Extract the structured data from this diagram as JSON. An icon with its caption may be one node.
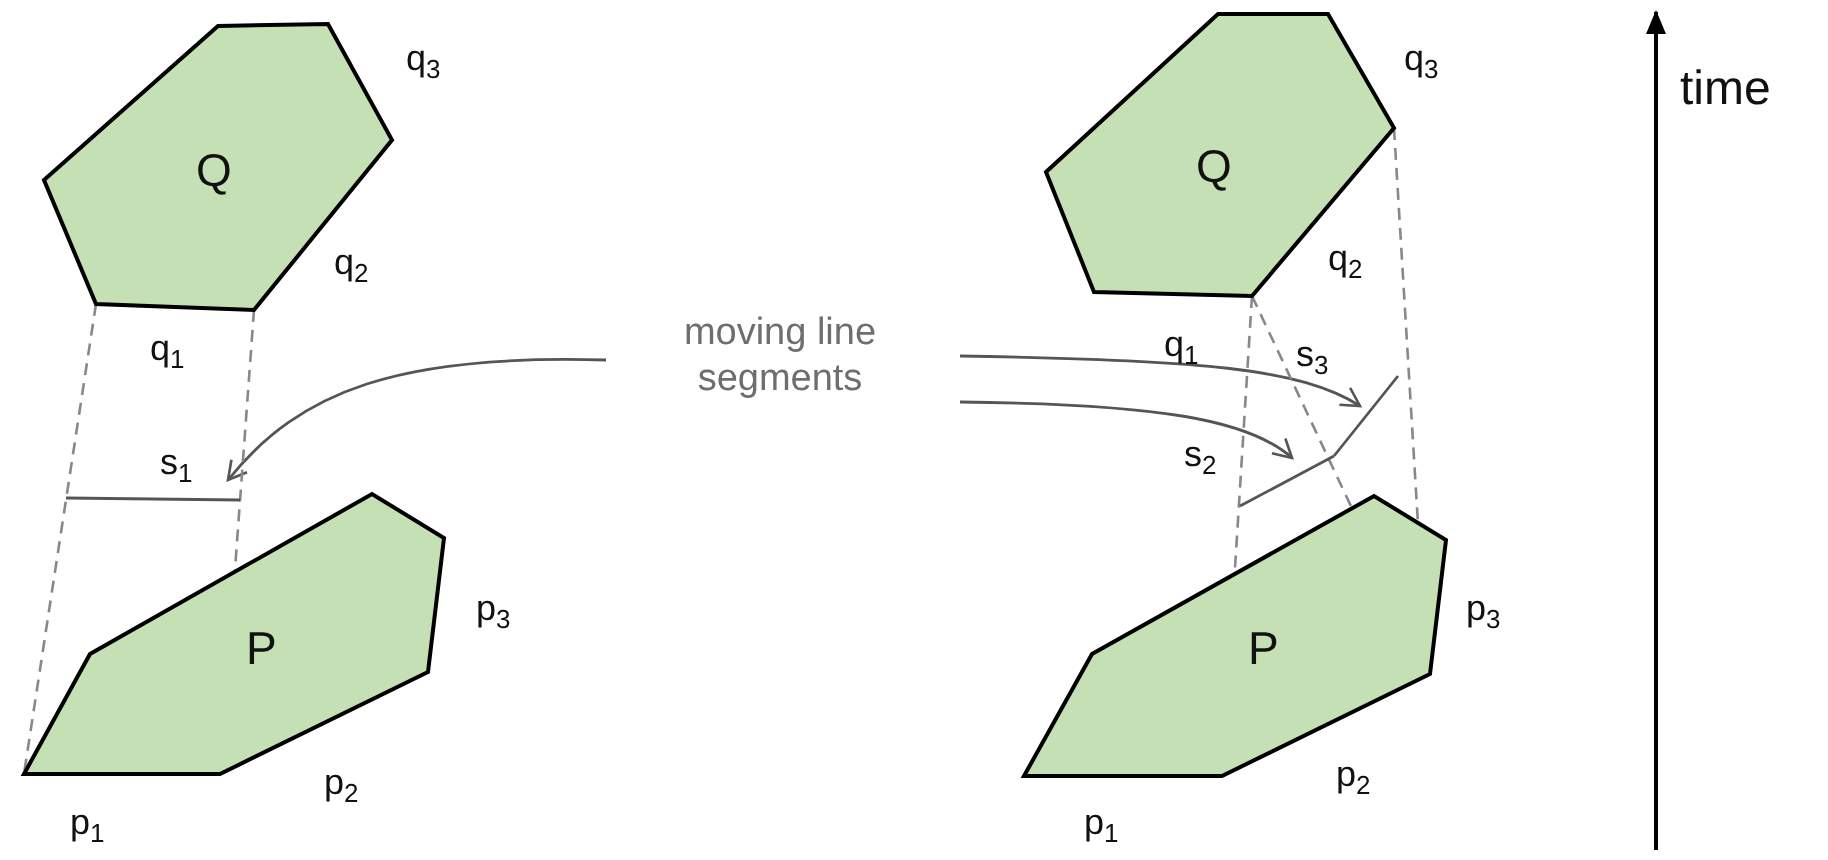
{
  "diagram": {
    "nodes": [
      {
        "text": [
          "Q"
        ],
        "beside": [
          "q$_{3}$",
          "q$_{2}$",
          "q$_{1}$"
        ]
      },
      {
        "text": [
          "Q"
        ],
        "beside": [
          "q$_{3}$",
          "q$_{2}$",
          "q$_{1}$"
        ]
      },
      {
        "text": [
          "moving line segments"
        ]
      },
      {
        "text": [],
        "shape": "bar",
        "beside": [
          "s$_{1}$"
        ]
      },
      {
        "text": [],
        "shape": "bar",
        "beside": [
          "s$_{3}$"
        ]
      },
      {
        "text": [],
        "shape": "bar",
        "beside": [
          "s$_{2}$"
        ]
      },
      {
        "text": [
          "P"
        ],
        "beside": [
          "p$_{3}$",
          "p$_{2}$",
          "p$_{1}$"
        ]
      },
      {
        "text": [
          "P"
        ],
        "beside": [
          "p$_{3}$",
          "p$_{2}$",
          "p$_{1}$"
        ]
      }
    ],
    "edges": [
      {
        "from": 2,
        "to": 3,
        "arrow": "to"
      },
      {
        "from": 2,
        "to": 4,
        "arrow": "to"
      },
      {
        "from": 2,
        "to": 5,
        "arrow": "to"
      },
      {
        "from": 0,
        "to": 6,
        "arrow": "none",
        "style": "dashed"
      },
      {
        "from": 0,
        "to": 6,
        "arrow": "none",
        "style": "dashed"
      },
      {
        "from": 1,
        "to": 7,
        "arrow": "none",
        "style": "dashed"
      },
      {
        "from": 1,
        "to": 7,
        "arrow": "none",
        "style": "dashed"
      },
      {
        "from": 1,
        "to": 7,
        "arrow": "none",
        "style": "dashed"
      }
    ],
    "labels": [
      "time"
    ]
  }
}
